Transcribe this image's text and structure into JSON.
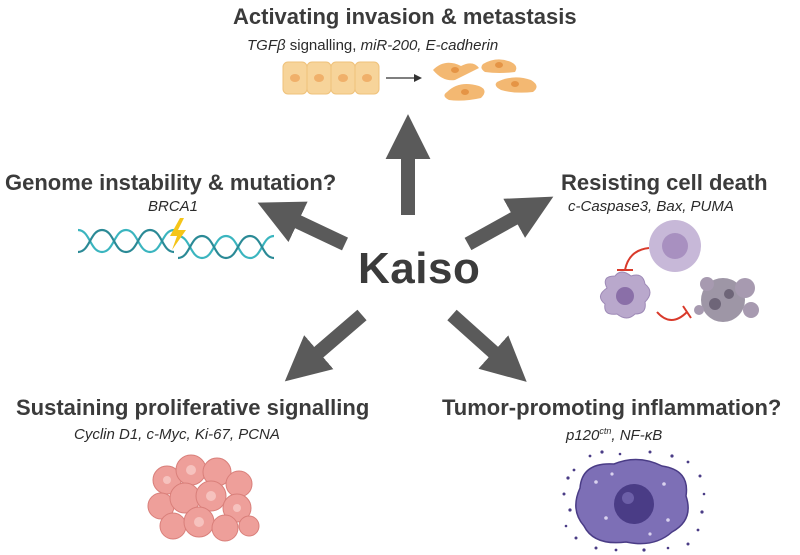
{
  "center": "Kaiso",
  "nodes": {
    "invasion": {
      "title": "Activating invasion & metastasis",
      "markers": {
        "tgfb": "TGFβ",
        "signalling": " signalling, ",
        "mir": "miR-200, E-cadherin"
      }
    },
    "genome": {
      "title": "Genome instability & mutation?",
      "markers": "BRCA1"
    },
    "death": {
      "title": "Resisting cell death",
      "markers": "c-Caspase3, Bax, PUMA"
    },
    "prolif": {
      "title": "Sustaining proliferative signalling",
      "markers": "Cyclin D1, c-Myc, Ki-67, PCNA"
    },
    "inflam": {
      "title": "Tumor-promoting inflammation?",
      "markers": {
        "p120": "p120",
        "ctn": "ctn",
        "rest": ", NF-κB"
      }
    }
  },
  "colors": {
    "arrow": "#5a5a5a",
    "text": "#3b3b3b",
    "epithelial": "#f7d49a",
    "mesenchymal": "#f3b872",
    "dna": "#3bb5bf",
    "dna_dark": "#2b8a96",
    "lightning": "#f5c518",
    "apoptosis_cell": "#b9a8cc",
    "inhibit": "#d93a2b",
    "tumor": "#ee9f9a",
    "inflam_cell": "#4a3c86"
  }
}
